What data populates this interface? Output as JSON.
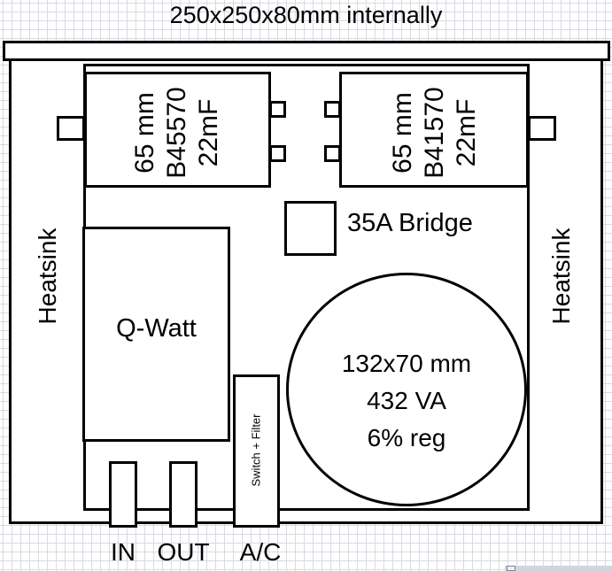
{
  "diagram": {
    "title": "250x250x80mm internally",
    "heatsink_left": "Heatsink",
    "heatsink_right": "Heatsink",
    "capacitor_left": {
      "size": "65 mm",
      "part": "B45570",
      "value": "22mF"
    },
    "capacitor_right": {
      "size": "65 mm",
      "part": "B41570",
      "value": "22mF"
    },
    "bridge_label": "35A Bridge",
    "qwatt_label": "Q-Watt",
    "switch_label": "Switch + Filter",
    "transformer": {
      "size": "132x70 mm",
      "rating": "432 VA",
      "regulation": "6% reg"
    },
    "connector_in": "IN",
    "connector_out": "OUT",
    "connector_ac": "A/C"
  }
}
